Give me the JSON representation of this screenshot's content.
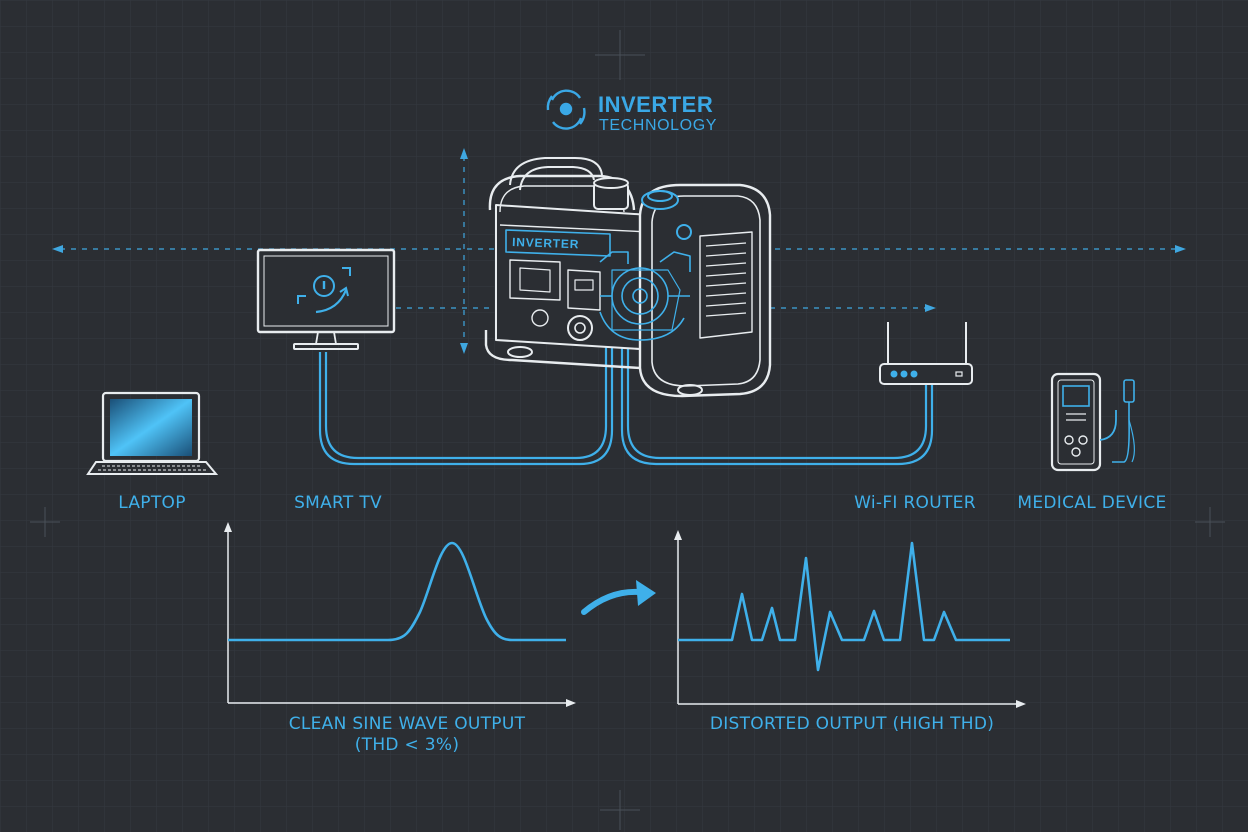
{
  "header": {
    "title": "INVERTER",
    "subtitle": "TECHNOLOGY"
  },
  "generator": {
    "panel_text": "INVERTER"
  },
  "devices": {
    "laptop": "LAPTOP",
    "smart_tv": "SMART TV",
    "router": "Wi-FI ROUTER",
    "medical": "MEDICAL DEVICE"
  },
  "waves": {
    "clean_label_line1": "CLEAN SINE WAVE OUTPUT",
    "clean_label_line2": "(THD < 3%)",
    "distorted_label": "DISTORTED OUTPUT (HIGH THD)"
  },
  "colors": {
    "background": "#2b2e33",
    "accent": "#3fb0ea",
    "line": "#e8ecef"
  },
  "icons": {
    "logo": "inverter-logo-icon",
    "transition": "curved-arrow-icon"
  }
}
